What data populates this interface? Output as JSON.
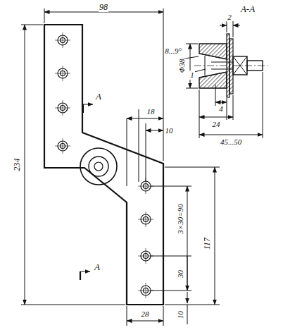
{
  "diagram": {
    "labels": [
      "A-A",
      "98",
      "2",
      "8...9°",
      "Φ38",
      "1",
      "4",
      "24",
      "45...50",
      "234",
      "A",
      "18",
      "10",
      "117",
      "3×30=90",
      "30",
      "A",
      "10",
      "28"
    ]
  }
}
